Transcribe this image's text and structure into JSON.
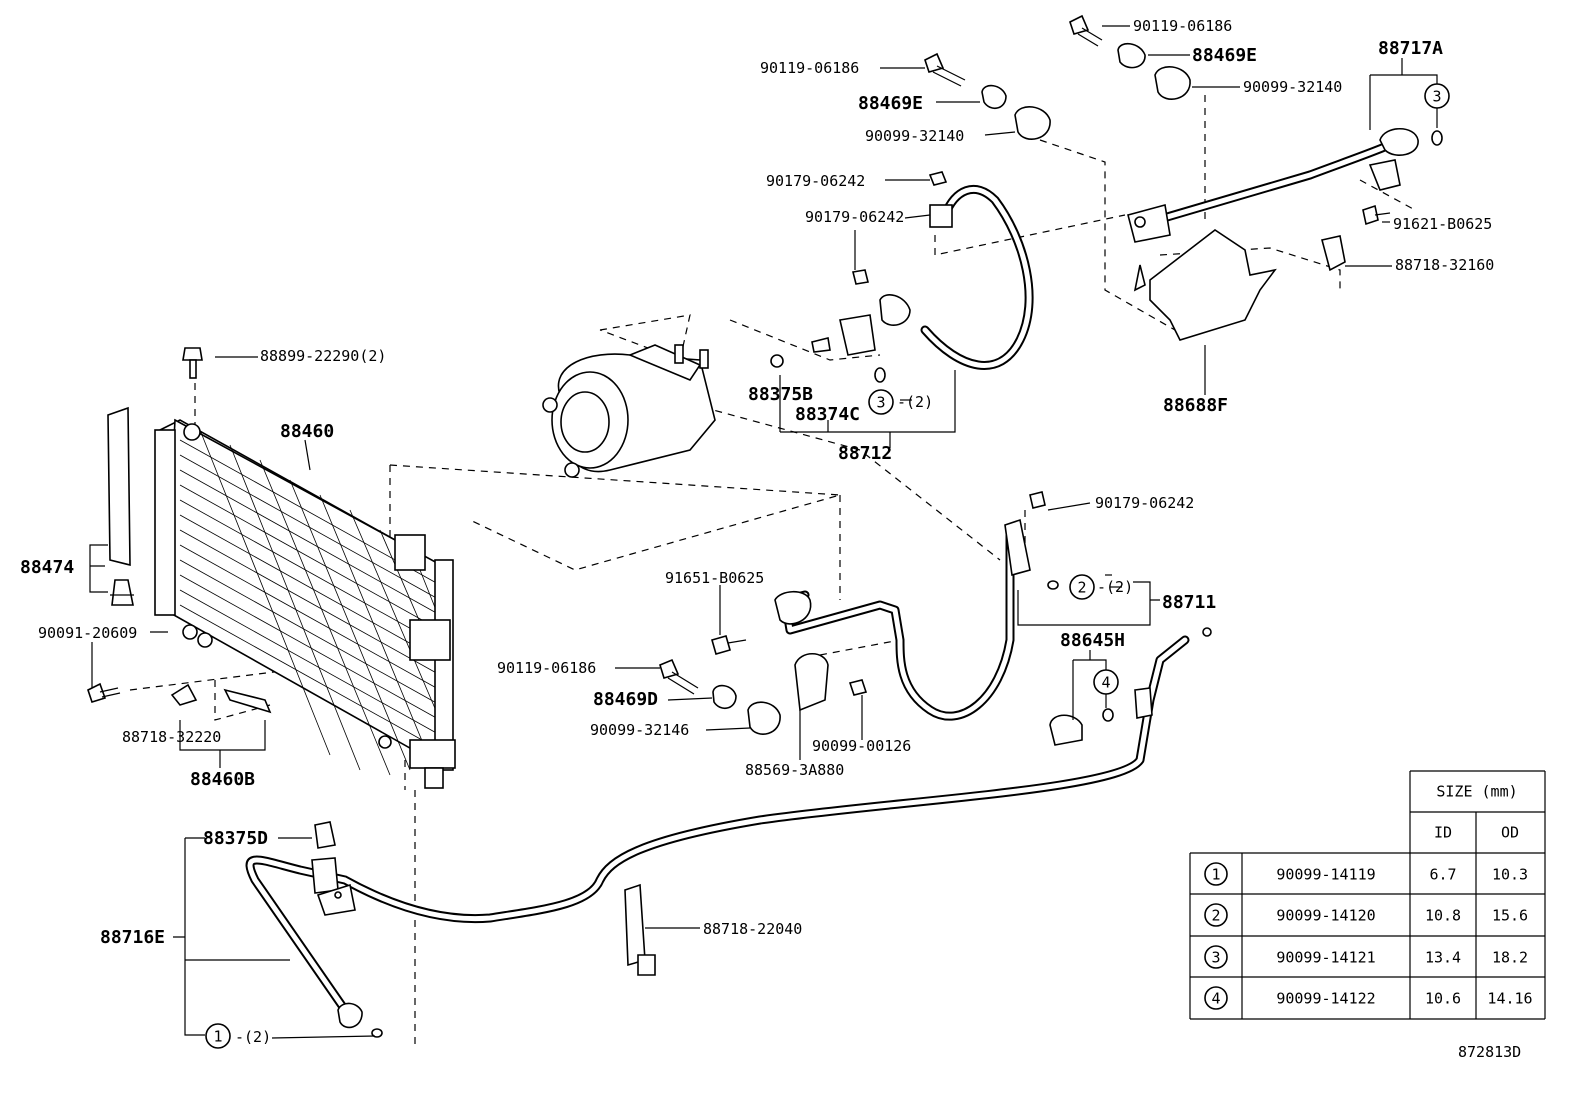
{
  "parts": {
    "p_90119_06186_top": "90119-06186",
    "p_88469e_top": "88469E",
    "p_88717a": "88717A",
    "p_90119_06186_mid": "90119-06186",
    "p_88469e_mid": "88469E",
    "p_90099_32140_right": "90099-32140",
    "p_90099_32140_mid": "90099-32140",
    "p_90179_06242_a": "90179-06242",
    "p_90179_06242_b": "90179-06242",
    "p_91621_b0625": "91621-B0625",
    "p_88718_32160": "88718-32160",
    "p_88899_22290": "88899-22290(2)",
    "p_88375b": "88375B",
    "p_88374c": "88374C",
    "p_88712": "88712",
    "p_88688f": "88688F",
    "p_88460": "88460",
    "p_90179_06242_c": "90179-06242",
    "p_88474": "88474",
    "p_91651_b0625": "91651-B0625",
    "p_88711": "88711",
    "p_90091_20609": "90091-20609",
    "p_88645h": "88645H",
    "p_90119_06186_low": "90119-06186",
    "p_88469d": "88469D",
    "p_90099_32146": "90099-32146",
    "p_90099_00126": "90099-00126",
    "p_88718_32220": "88718-32220",
    "p_88569_3a880": "88569-3A880",
    "p_88460b": "88460B",
    "p_88375d": "88375D",
    "p_88716e": "88716E",
    "p_88718_22040": "88718-22040",
    "qty_2": "-(2)",
    "circle_1": "1",
    "circle_2": "2",
    "circle_3": "3",
    "circle_4": "4"
  },
  "size_table": {
    "header": "SIZE (mm)",
    "col_id": "ID",
    "col_od": "OD",
    "rows": [
      {
        "ref": "1",
        "part": "90099-14119",
        "id": "6.7",
        "od": "10.3"
      },
      {
        "ref": "2",
        "part": "90099-14120",
        "id": "10.8",
        "od": "15.6"
      },
      {
        "ref": "3",
        "part": "90099-14121",
        "id": "13.4",
        "od": "18.2"
      },
      {
        "ref": "4",
        "part": "90099-14122",
        "id": "10.6",
        "od": "14.16"
      }
    ]
  },
  "figure_id": "872813D"
}
